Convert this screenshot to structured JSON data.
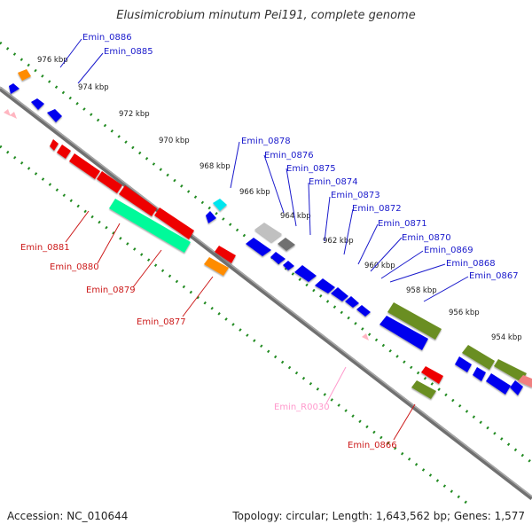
{
  "title": "Elusimicrobium minutum Pei191, complete genome",
  "footer": {
    "accession": "Accession: NC_010644",
    "summary": "Topology: circular; Length: 1,643,562 bp; Genes: 1,577"
  },
  "colors": {
    "backbone": "#808080",
    "scale_dots": "#228b22",
    "forward_label": "#1a1acc",
    "reverse_label": "#cc1a1a",
    "rrna_label": "#ff99cc"
  },
  "scale_ticks": [
    "976 kbp",
    "974 kbp",
    "972 kbp",
    "970 kbp",
    "968 kbp",
    "966 kbp",
    "964 kbp",
    "962 kbp",
    "960 kbp",
    "958 kbp",
    "956 kbp",
    "954 kbp"
  ],
  "forward_labels": [
    "Emin_0886",
    "Emin_0885",
    "Emin_0878",
    "Emin_0876",
    "Emin_0875",
    "Emin_0874",
    "Emin_0873",
    "Emin_0872",
    "Emin_0871",
    "Emin_0870",
    "Emin_0869",
    "Emin_0868",
    "Emin_0867"
  ],
  "reverse_labels": [
    "Emin_0881",
    "Emin_0880",
    "Emin_0879",
    "Emin_0877",
    "Emin_0866"
  ],
  "rrna_labels": [
    "Emin_R0030"
  ]
}
